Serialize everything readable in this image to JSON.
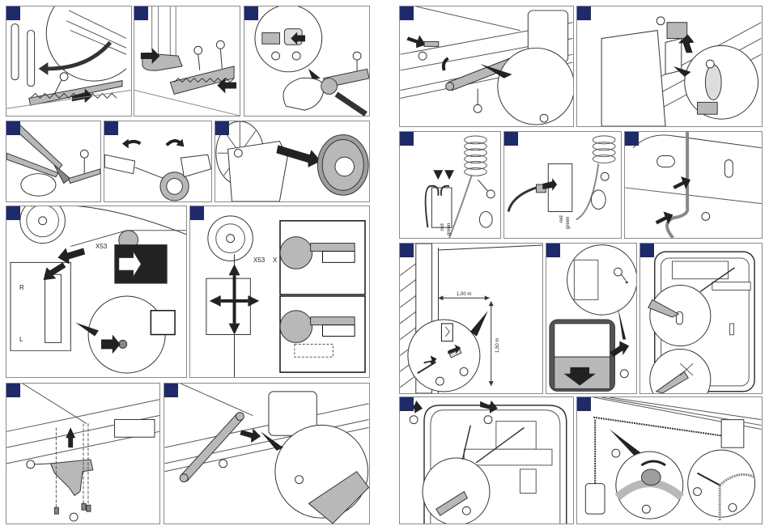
{
  "document": {
    "type": "assembly-instructions-spread",
    "badge_color": "#1f2a6b",
    "line_color": "#333333",
    "fill_gray": "#b8b8b8",
    "border_color": "#8a8a8a"
  },
  "left_page": {
    "panels": [
      {
        "id": "1",
        "subject": "belt-removal-from-rail",
        "callouts": 1
      },
      {
        "id": "2",
        "subject": "belt-clip-assembly",
        "callouts": 2
      },
      {
        "id": "3",
        "subject": "tensioner-spring-nut",
        "callouts": 3
      },
      {
        "id": "4",
        "subject": "cut-belt-with-pliers",
        "callouts": 1
      },
      {
        "id": "5",
        "subject": "screwdriver-release-disc",
        "callouts": 0
      },
      {
        "id": "6",
        "subject": "drive-wheel-replacement",
        "callouts": 0
      },
      {
        "id": "7",
        "subject": "motor-head-socket-x53",
        "callouts": 0,
        "labels": {
          "socket": "X53",
          "mark_r": "R",
          "mark_l": "L"
        }
      },
      {
        "id": "8",
        "subject": "adjust-alignment",
        "callouts": 0,
        "labels": {
          "socket": "X53",
          "extra": "X"
        }
      },
      {
        "id": "9",
        "subject": "mount-bracket-screws",
        "callouts": 2
      },
      {
        "id": "10",
        "subject": "attach-door-arm",
        "callouts": 2
      }
    ]
  },
  "right_page": {
    "panels": [
      {
        "id": "11",
        "subject": "door-arm-pin",
        "callouts": 3
      },
      {
        "id": "12",
        "subject": "rail-bracket-motor",
        "callouts": 2
      },
      {
        "id": "13",
        "subject": "connect-wire-terminals",
        "callouts": 1,
        "labels": {
          "wire_1": "red",
          "wire_2": "green"
        }
      },
      {
        "id": "14",
        "subject": "connect-plug",
        "callouts": 1,
        "labels": {
          "wire_1": "red",
          "wire_2": "green"
        }
      },
      {
        "id": "15",
        "subject": "route-cable",
        "callouts": 1
      },
      {
        "id": "16",
        "subject": "wall-switch-position",
        "callouts": 2,
        "labels": {
          "horizontal": "1,00 m",
          "vertical": "1,50 m"
        }
      },
      {
        "id": "17",
        "subject": "remove-cover",
        "callouts": 2
      },
      {
        "id": "18",
        "subject": "mark-drill-holes",
        "callouts": 0
      },
      {
        "id": "19",
        "subject": "fix-housing-with-dowels",
        "callouts": 3
      },
      {
        "id": "20",
        "subject": "connect-coiled-cable",
        "callouts": 5
      }
    ]
  }
}
